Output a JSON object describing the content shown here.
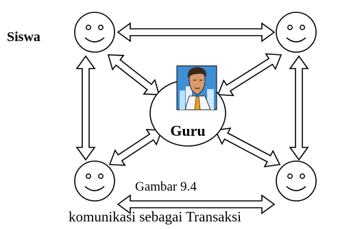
{
  "labels": {
    "siswa": "Siswa",
    "guru": "Guru",
    "figure_number": "Gambar 9.4",
    "caption": "komunikasi sebagai Transaksi"
  },
  "nodes": [
    {
      "id": "student-top-left",
      "role": "siswa"
    },
    {
      "id": "student-top-right",
      "role": "siswa"
    },
    {
      "id": "student-bottom-left",
      "role": "siswa"
    },
    {
      "id": "student-bottom-right",
      "role": "siswa"
    },
    {
      "id": "teacher-center",
      "role": "guru"
    }
  ],
  "connections": [
    {
      "from": "student-top-left",
      "to": "student-top-right",
      "direction": "both"
    },
    {
      "from": "student-bottom-left",
      "to": "student-bottom-right",
      "direction": "both"
    },
    {
      "from": "student-top-left",
      "to": "student-bottom-left",
      "direction": "both"
    },
    {
      "from": "student-top-right",
      "to": "student-bottom-right",
      "direction": "both"
    },
    {
      "from": "student-top-left",
      "to": "teacher-center",
      "direction": "both"
    },
    {
      "from": "student-top-right",
      "to": "teacher-center",
      "direction": "both"
    },
    {
      "from": "student-bottom-left",
      "to": "teacher-center",
      "direction": "both"
    },
    {
      "from": "student-bottom-right",
      "to": "teacher-center",
      "direction": "both"
    }
  ],
  "colors": {
    "line": "#000000",
    "fill": "#ffffff",
    "clipart_sky": "#3f8fd6",
    "clipart_skin": "#d99a6c",
    "clipart_hair": "#3b2a1c",
    "clipart_tie": "#f0a020"
  }
}
